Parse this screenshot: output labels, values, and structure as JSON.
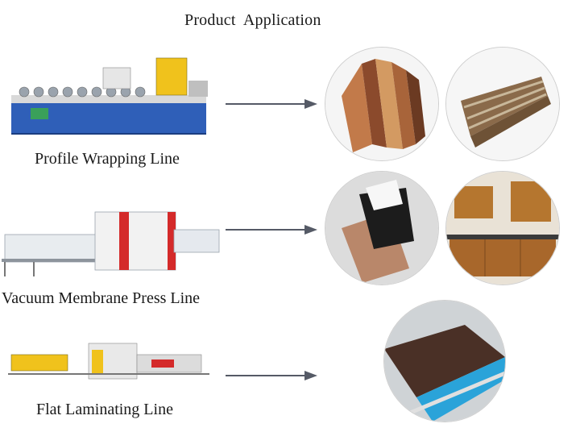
{
  "title": "Product  Application",
  "rows": [
    {
      "label": "Profile Wrapping Line",
      "machine_icon": "profile-wrapping-machine",
      "products": [
        "wood-profile-samples",
        "wrapped-skirting-profiles"
      ]
    },
    {
      "label": "Vacuum Membrane Press Line",
      "machine_icon": "vacuum-membrane-press-machine",
      "products": [
        "laminated-panel-samples",
        "kitchen-cabinets"
      ]
    },
    {
      "label": "Flat Laminating Line",
      "machine_icon": "flat-laminating-machine",
      "products": [
        "laminated-board-conveyor"
      ]
    }
  ],
  "colors": {
    "machine_blue": "#2f5fb8",
    "press_red": "#d42a2a",
    "wood": "#a8643a",
    "arrow": "#555a66",
    "conveyor_blue": "#2aa3d9"
  }
}
